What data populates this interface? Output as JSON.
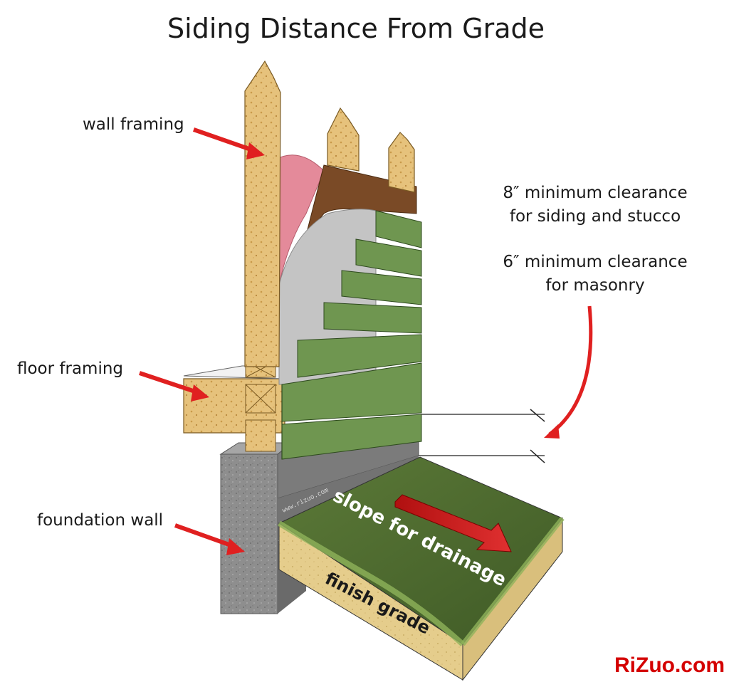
{
  "title": "Siding Distance From Grade",
  "labels": {
    "wall_framing": "wall framing",
    "floor_framing": "floor framing",
    "foundation_wall": "foundation wall"
  },
  "notes": {
    "siding_line1": "8″ minimum clearance",
    "siding_line2": "for siding and stucco",
    "masonry_line1": "6″ minimum clearance",
    "masonry_line2": "for masonry"
  },
  "grade_text": {
    "slope": "slope for drainage",
    "finish": "finish grade"
  },
  "small_watermark": "www.rizuo.com",
  "brand": "RiZuo.com",
  "colors": {
    "arrow": "#e02020",
    "siding": "#6f9650",
    "wood": "#e3bf78",
    "concrete": "#8a8a8a",
    "grass": "#4f6b30",
    "soil": "#e4cc88",
    "insulation": "#e48a9a",
    "sheathing": "#7a4a26",
    "wrap": "#bdbdbd"
  }
}
